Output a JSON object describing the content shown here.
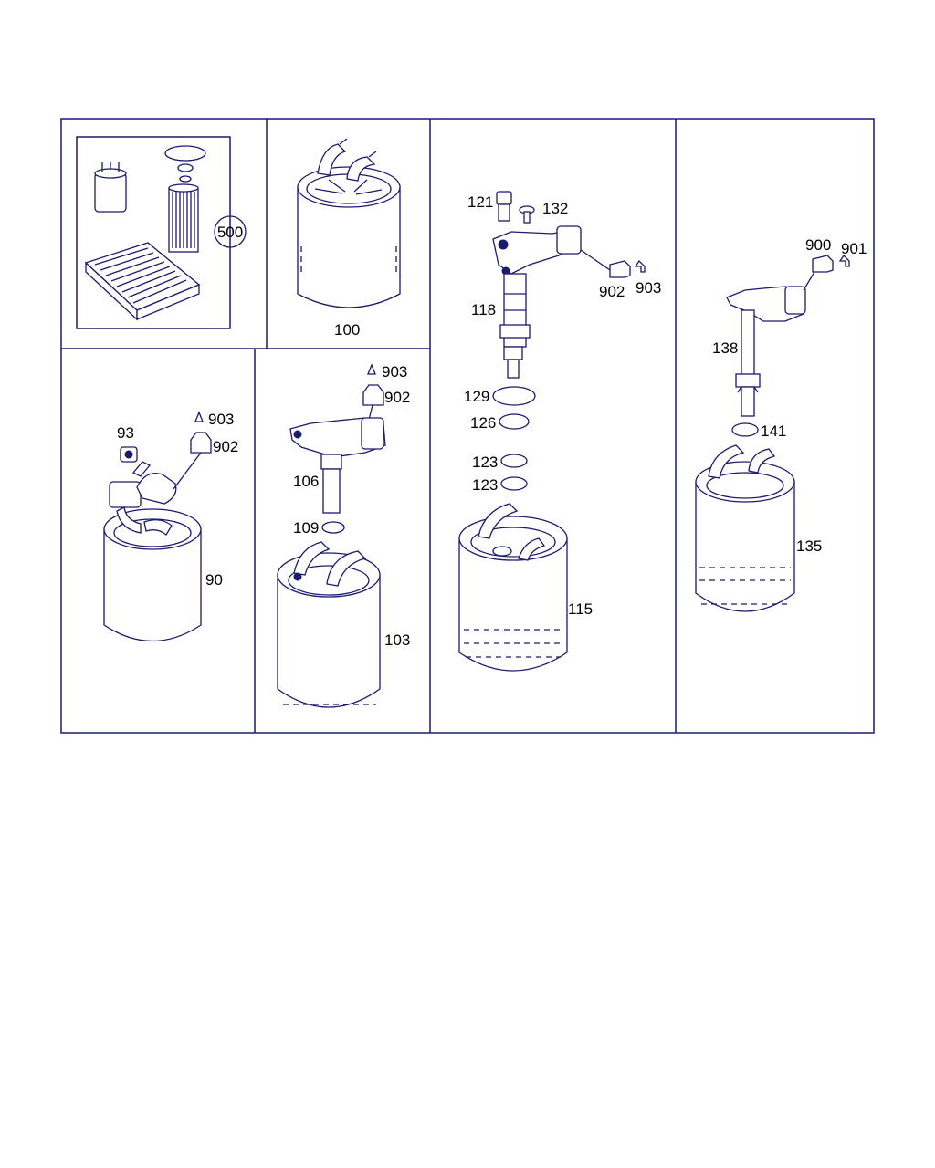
{
  "colors": {
    "line": "#1a1a6e",
    "background": "#ffffff",
    "text": "#000000"
  },
  "labels": {
    "p500": "500",
    "p100": "100",
    "p121": "121",
    "p132": "132",
    "p118": "118",
    "p902a": "902",
    "p903a": "903",
    "p129": "129",
    "p126": "126",
    "p123a": "123",
    "p123b": "123",
    "p115": "115",
    "p900": "900",
    "p901": "901",
    "p138": "138",
    "p141": "141",
    "p135": "135",
    "p93": "93",
    "p903b": "903",
    "p902b": "902",
    "p90": "90",
    "p903c": "903",
    "p902c": "902",
    "p106": "106",
    "p109": "109",
    "p103": "103"
  }
}
